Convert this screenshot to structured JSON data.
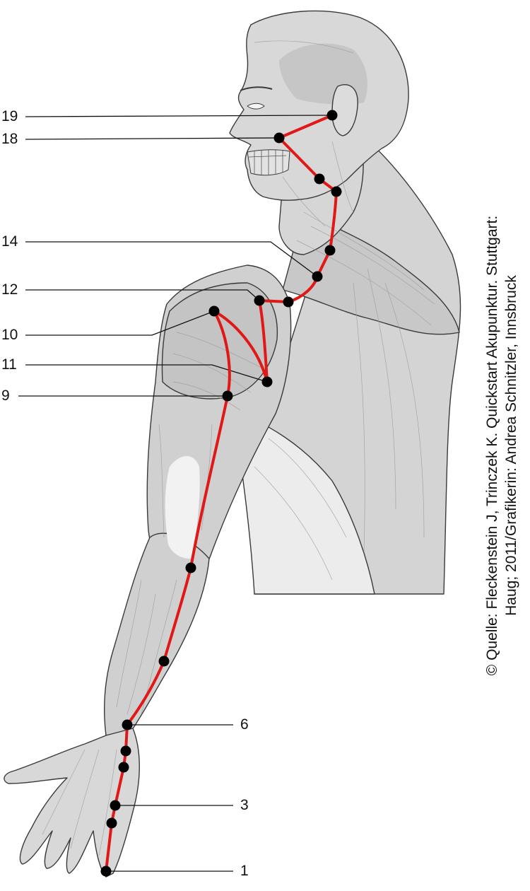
{
  "diagram": {
    "meridian_color": "#e01818",
    "point_color": "#000000",
    "labels": {
      "l19": "19",
      "l18": "18",
      "l14": "14",
      "l12": "12",
      "l10": "10",
      "l11": "11",
      "l9": "9",
      "l6": "6",
      "l3": "3",
      "l1": "1"
    }
  },
  "credit": {
    "line1": "© Quelle: Fleckenstein J, Trinczek K. Quickstart Akupunktur. Stuttgart:",
    "line2": "Haug; 2011/Grafikerin: Andrea Schnitzler, Innsbruck"
  }
}
